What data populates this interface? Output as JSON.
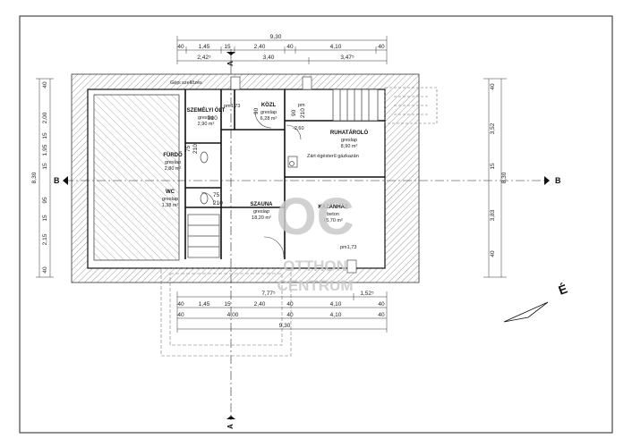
{
  "rooms": [
    {
      "name": "SZEMÉLYI ÖLT",
      "material": "greslap",
      "area": "2,90 m²"
    },
    {
      "name": "KÖZL",
      "material": "greslap",
      "area": "6,28 m²"
    },
    {
      "name": "FÜRDŐ",
      "material": "greslap",
      "area": "2,80 m²"
    },
    {
      "name": "WC",
      "material": "greslap",
      "area": "1,38 m²"
    },
    {
      "name": "SZAUNA",
      "material": "greslap",
      "area": "18,20 m²"
    },
    {
      "name": "RUHATÁROLÓ",
      "material": "greslap",
      "area": "8,90 m²"
    },
    {
      "name": "KAZÁNHÁZ",
      "material": "beton",
      "area": "15,70 m²"
    }
  ],
  "notes": {
    "top_label": "Gépi szellőzés",
    "boiler": "Zárt égésterű gázkazán",
    "level_pm_left": "pm1,73",
    "level_pm_right": "pm1,73",
    "level_pm_small": "pm",
    "level_minus": "-2,60"
  },
  "top_dims": {
    "total": "9,30",
    "row2": [
      "40",
      "1,45",
      "15",
      "2,40",
      "40",
      "4,10",
      "40"
    ],
    "row3": [
      "2,42⁵",
      "3,40",
      "3,47⁵"
    ]
  },
  "bottom_dims": {
    "row1": [
      "7,77⁵",
      "1,52⁵"
    ],
    "row2": [
      "40",
      "1,45",
      "15",
      "2,40",
      "40",
      "4,10",
      "40"
    ],
    "row3": [
      "40",
      "4,00",
      "40",
      "4,10",
      "40"
    ],
    "total": "9,30"
  },
  "left_dims": [
    "40",
    "2,00",
    "15",
    "1,95",
    "15",
    "95",
    "15",
    "2,15",
    "40"
  ],
  "left_total": "8,30",
  "right_dims": [
    "40",
    "3,52",
    "15",
    "3,83",
    "40"
  ],
  "right_total": "8,30",
  "door_labels": [
    "90",
    "210",
    "75",
    "210",
    "75",
    "210",
    "90",
    "210"
  ],
  "section": {
    "a": "A",
    "b": "B"
  },
  "watermark": {
    "line1": "OC",
    "line2": "OTTHON",
    "line3": "CENTRUM"
  },
  "north_label": "É"
}
